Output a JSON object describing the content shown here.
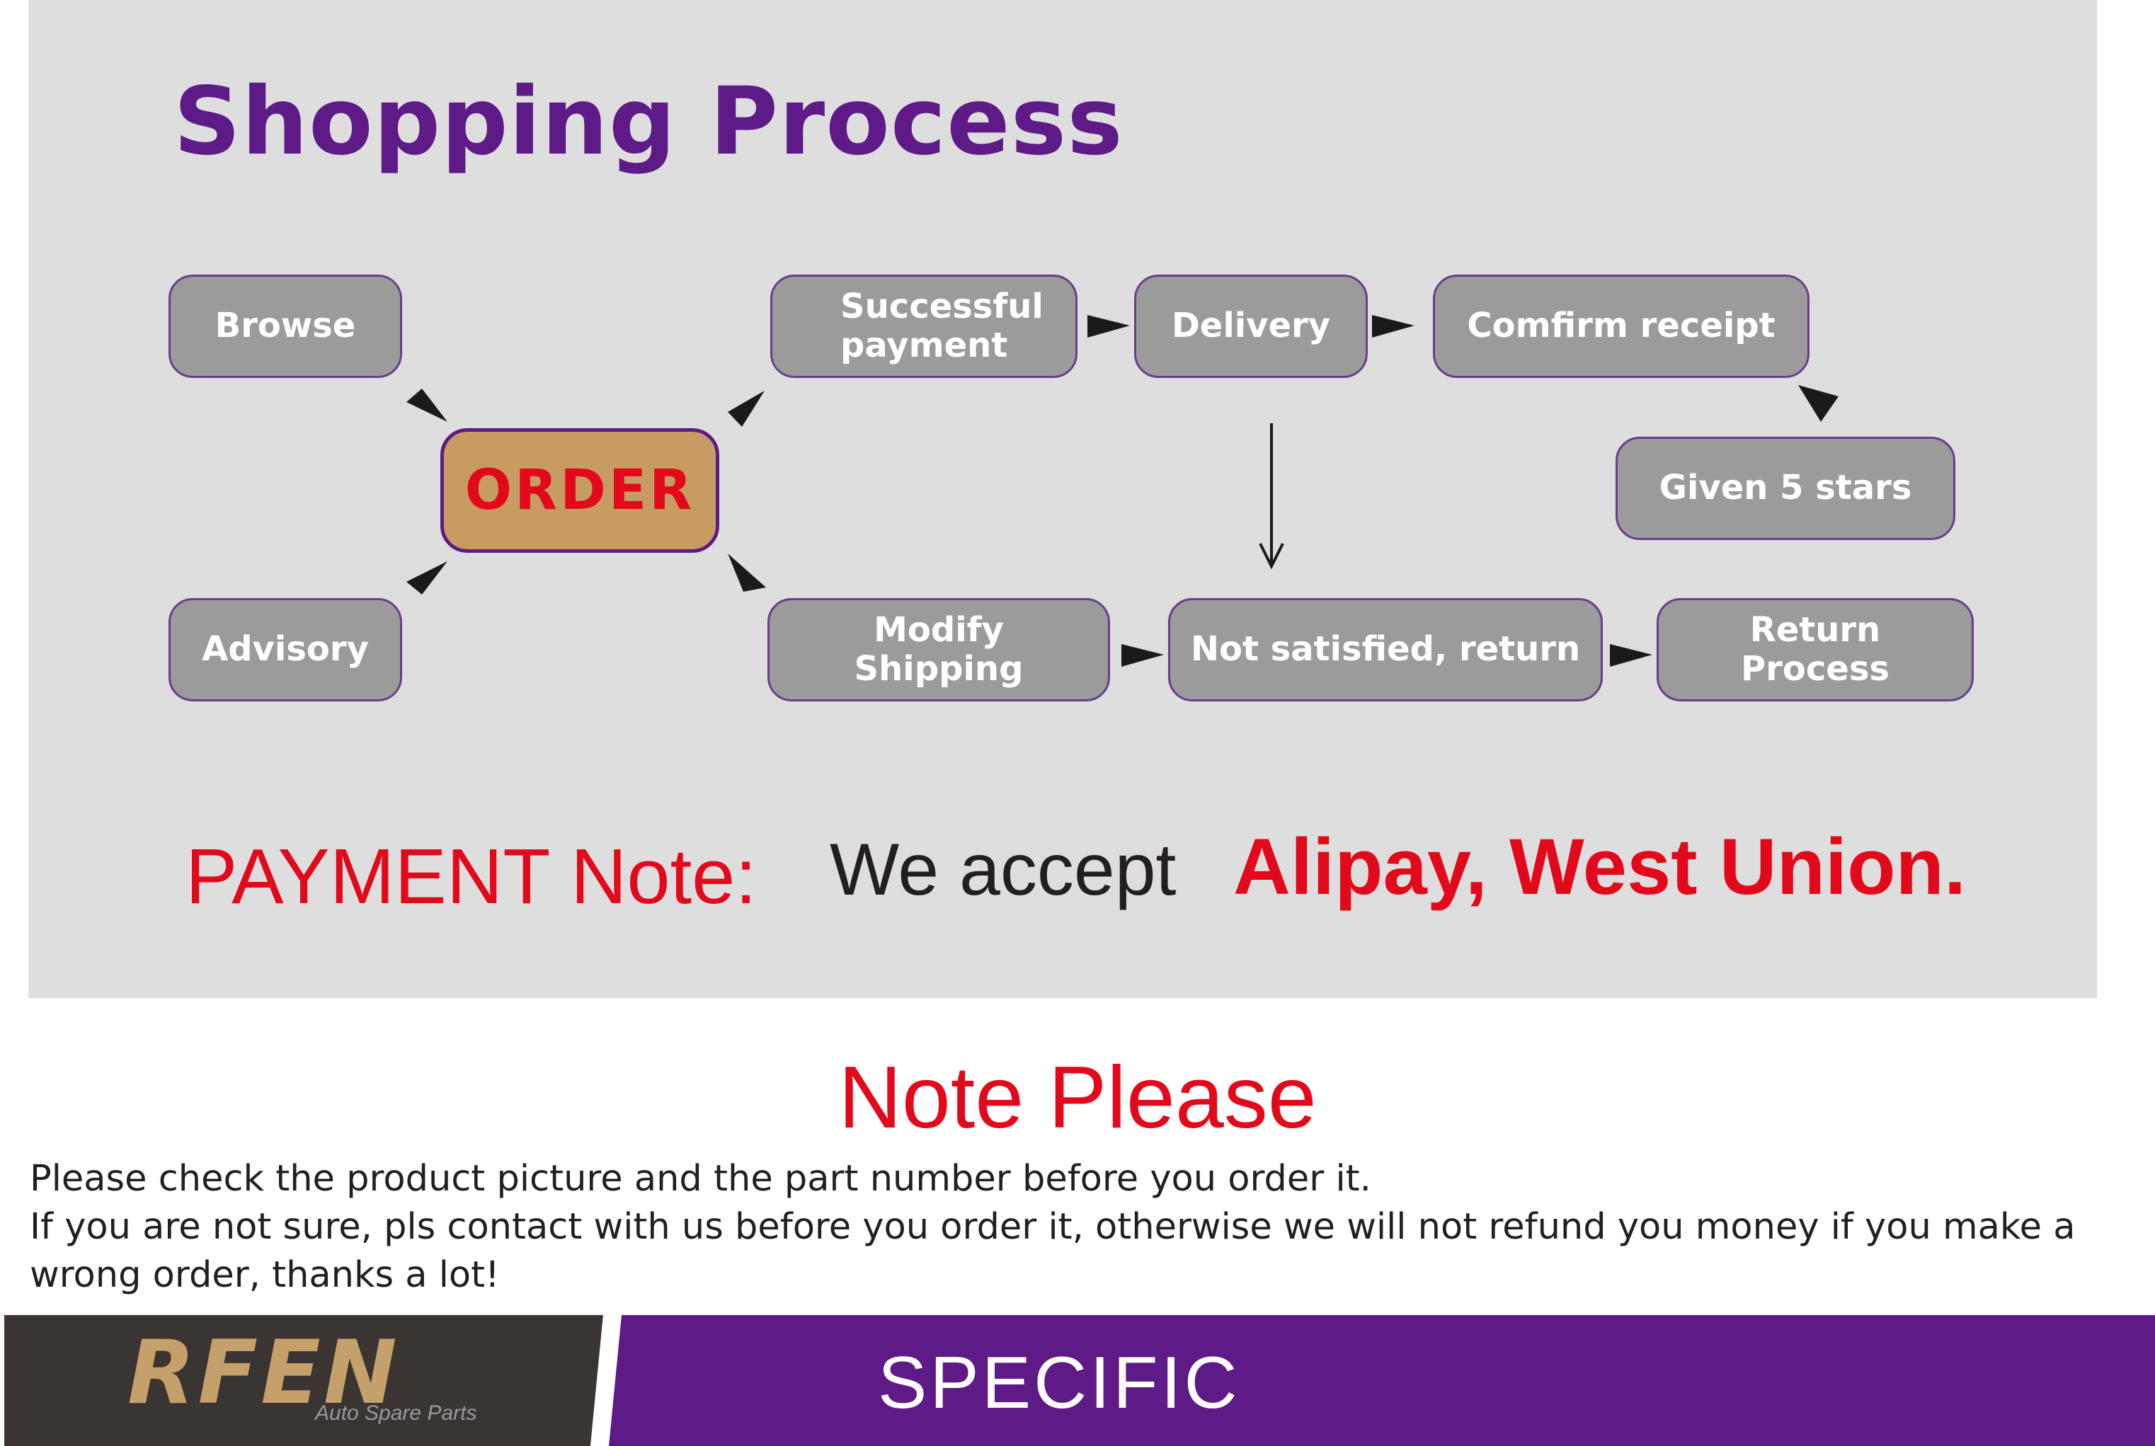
{
  "title": "Shopping Process",
  "colors": {
    "panel_bg": "#dedede",
    "title": "#5e1a86",
    "node_fill": "#9b9b9b",
    "node_border": "#6a3d8c",
    "order_fill": "#c79c62",
    "accent_red": "#e2091a",
    "footer_dark": "#3a3433",
    "footer_purple": "#5e1a86",
    "logo_gold": "#c6a06a"
  },
  "nodes": {
    "browse": "Browse",
    "advisory": "Advisory",
    "order": "ORDER",
    "successful_payment_line1": "Successful",
    "successful_payment_line2": "payment",
    "delivery": "Delivery",
    "confirm_receipt": "Comfirm receipt",
    "given_stars": "Given 5 stars",
    "modify_shipping": "Modify Shipping",
    "not_satisfied": "Not satisfied, return",
    "return_process": "Return Process"
  },
  "payment": {
    "label": "PAYMENT Note:",
    "accept": "We accept",
    "methods": "Alipay, West Union."
  },
  "note": {
    "title": "Note Please",
    "lines": [
      "Please check the product picture and the part number before you order it.",
      "If you are not sure, pls contact with us before you order it,  otherwise we will not refund you money if you make a",
      "wrong order, thanks a lot!"
    ]
  },
  "footer": {
    "logo": "RFEN",
    "tagline": "Auto Spare Parts",
    "section": "SPECIFIC"
  }
}
